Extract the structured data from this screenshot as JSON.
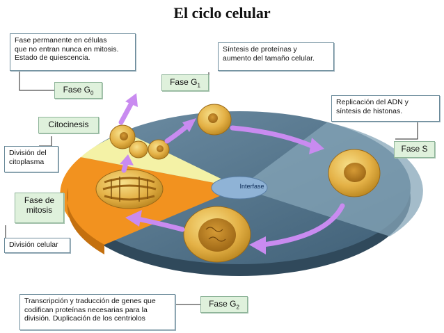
{
  "title": "El ciclo celular",
  "phases": {
    "g0": {
      "label": "Fase G",
      "sub": "0"
    },
    "g1": {
      "label": "Fase G",
      "sub": "1"
    },
    "s": {
      "label": "Fase S"
    },
    "g2": {
      "label": "Fase G",
      "sub": "2"
    },
    "mitosis": {
      "line1": "Fase de",
      "line2": "mitosis"
    },
    "citocinesis": {
      "label": "Citocinesis"
    }
  },
  "notes": {
    "g0": [
      "Fase permanente en células",
      "que no entran nunca en mitosis.",
      "Estado de quiescencia."
    ],
    "g1": [
      "Síntesis de proteínas y",
      "aumento del tamaño celular."
    ],
    "s": [
      "Replicación del ADN y",
      "síntesis de histonas."
    ],
    "g2": [
      "Transcripción y traducción de genes que",
      "codifican proteínas necesarias para la",
      "división. Duplicación de los centriolos"
    ],
    "citocinesis": [
      "División del",
      "citoplasma"
    ],
    "mitosis": [
      "División celular"
    ]
  },
  "center_label": "Interfase",
  "colors": {
    "disc_dark": "#4f6f86",
    "disc_light": "#7f9fb3",
    "mitosis_sector": "#f2921f",
    "citocinesis_sector": "#f4f2a6",
    "arrow": "#c98bf0",
    "cell": "#e8b54a",
    "nucleus": "#b87a1e",
    "phase_box": "#dff1dc"
  }
}
